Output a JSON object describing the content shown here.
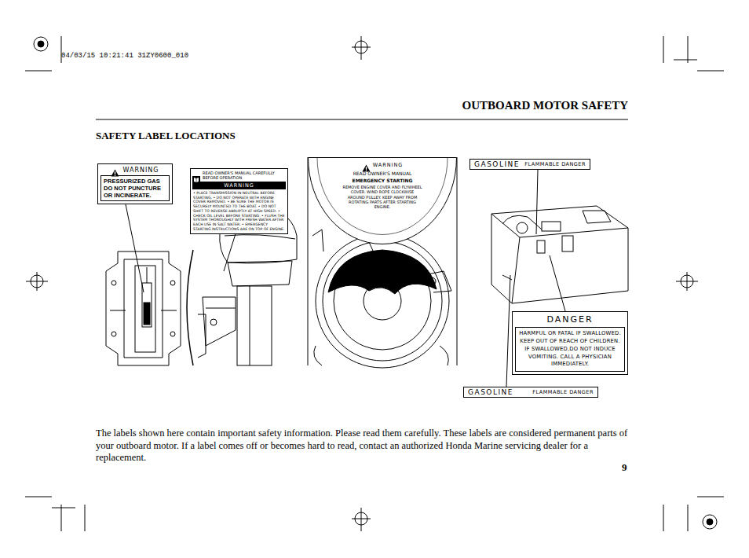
{
  "diagram": {
    "title": "SAFETY LABEL LOCATIONS",
    "caption": "The labels shown here contain important safety information. Please read them carefully. These labels are considered permanent parts of your outboard motor. If a label comes off or becomes hard to read, contact an authorized Honda Marine servicing dealer for a replacement.",
    "nodes": [
      {
        "text": [
          "WARNING",
          "PRESSURIZED GAS DO NOT PUNCTURE OR INCINERATE."
        ]
      },
      {
        "text": [
          "READ OWNER'S MANUAL CAREFULLY BEFORE OPERATION",
          "WARNING",
          "• PLACE TRANSMISSION IN NEUTRAL BEFORE STARTING. • DO NOT OPERATE WITH ENGINE COVER REMOVED. • BE SURE THE MOTOR IS SECURELY MOUNTED TO THE BOAT. • DO NOT SHIFT TO REVERSE ABRUPTLY AT HIGH SPEED. • CHECK OIL LEVEL BEFORE STARTING. • FLUSH THE SYSTEM THOROUGHLY WITH FRESH WATER AFTER EACH USE IN SALT WATER. • EMERGENCY STARTING INSTRUCTIONS ARE ON TOP OF ENGINE."
        ]
      },
      {
        "text": [
          "WARNING",
          "READ OWNER'S MANUAL",
          "EMERGENCY STARTING",
          "REMOVE ENGINE COVER AND FLYWHEEL COVER. WIND ROPE CLOCKWISE AROUND PULLEY. KEEP AWAY FROM ROTATING PARTS AFTER STARTING ENGINE."
        ]
      },
      {
        "text": [
          "GASOLINE",
          "FLAMMABLE DANGER"
        ]
      },
      {
        "text": [
          "DANGER",
          "HARMFUL OR FATAL IF SWALLOWED. KEEP OUT OF REACH OF CHILDREN. IF SWALLOWED,DO NOT INDUCE VOMITING. CALL A PHYSICIAN IMMEDIATELY."
        ]
      },
      {
        "text": [
          "GASOLINE",
          "FLAMMABLE DANGER"
        ]
      }
    ],
    "labels": [
      "04/03/15 10:21:41 31ZY0600_010",
      "OUTBOARD MOTOR SAFETY",
      "9"
    ]
  }
}
